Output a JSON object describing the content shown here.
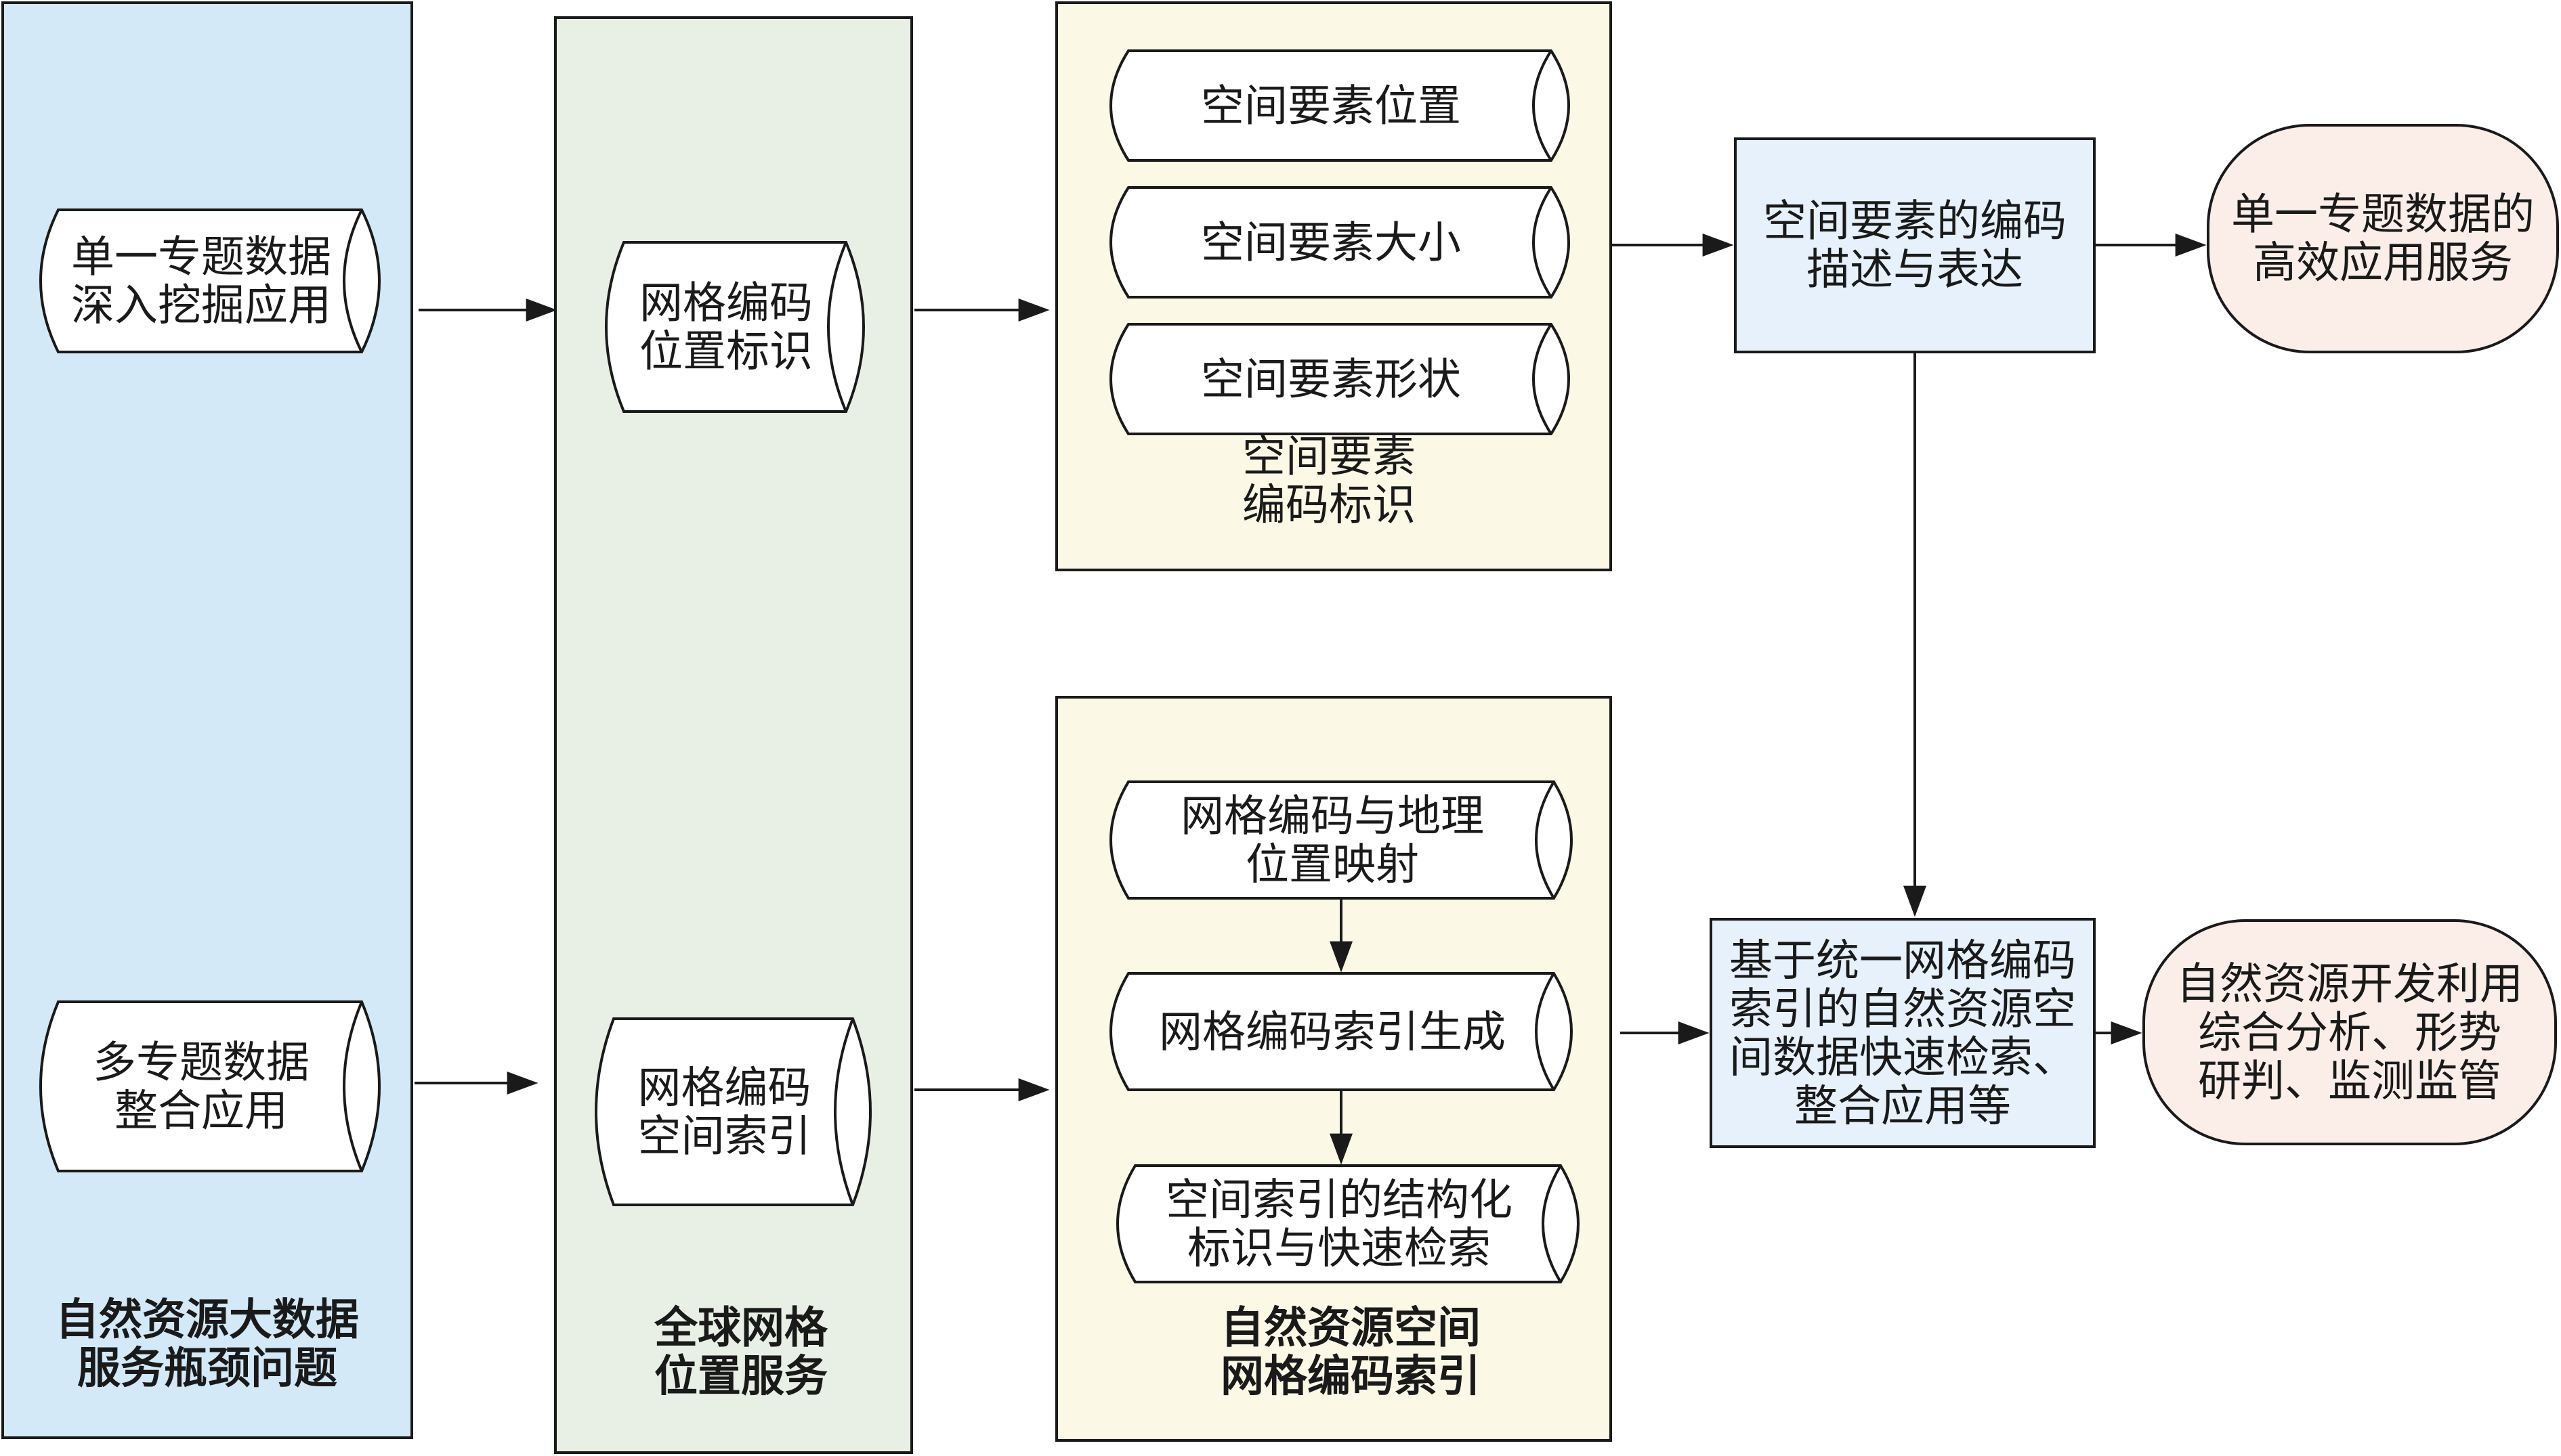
{
  "colors": {
    "panel_blue": "#d3e9f8",
    "panel_green": "#e8f0e5",
    "panel_yellow": "#fbf9e6",
    "box_blue": "#e6f1fb",
    "terminal_pink": "#fbeee8",
    "stroke": "#1a1a1a"
  },
  "panels": {
    "bottleneck": {
      "label": [
        "自然资源大数据",
        "服务瓶颈问题"
      ]
    },
    "global_grid": {
      "label": [
        "全球网格",
        "位置服务"
      ]
    },
    "feature_encoding": {
      "label": [
        "空间要素",
        "编码标识"
      ]
    },
    "grid_index": {
      "label": [
        "自然资源空间",
        "网格编码索引"
      ]
    }
  },
  "nodes": {
    "single_topic_mining": [
      "单一专题数据",
      "深入挖掘应用"
    ],
    "multi_topic_integration": [
      "多专题数据",
      "整合应用"
    ],
    "grid_location_id": [
      "网格编码",
      "位置标识"
    ],
    "grid_spatial_index": [
      "网格编码",
      "空间索引"
    ],
    "feature_position": [
      "空间要素位置"
    ],
    "feature_size": [
      "空间要素大小"
    ],
    "feature_shape": [
      "空间要素形状"
    ],
    "grid_geo_mapping": [
      "网格编码与地理",
      "位置映射"
    ],
    "index_generation": [
      "网格编码索引生成"
    ],
    "index_structured": [
      "空间索引的结构化",
      "标识与快速检索"
    ],
    "encoding_description": [
      "空间要素的编码",
      "描述与表达"
    ],
    "unified_index_retrieval": [
      "基于统一网格编码",
      "索引的自然资源空",
      "间数据快速检索、",
      "整合应用等"
    ],
    "single_topic_service": [
      "单一专题数据的",
      "高效应用服务"
    ],
    "resource_analysis": [
      "自然资源开发利用",
      "综合分析、形势",
      "研判、监测监管"
    ]
  }
}
